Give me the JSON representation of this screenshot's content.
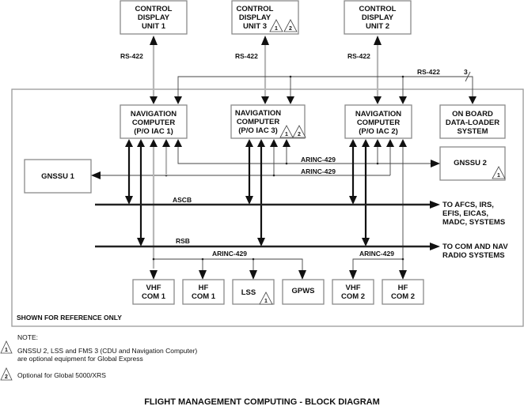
{
  "diagram": {
    "title": "FLIGHT MANAGEMENT COMPUTING - BLOCK DIAGRAM",
    "frame_caption": "SHOWN FOR REFERENCE ONLY",
    "boxes": {
      "cdu1": [
        "CONTROL",
        "DISPLAY",
        "UNIT 1"
      ],
      "cdu3": [
        "CONTROL",
        "DISPLAY",
        "UNIT 3"
      ],
      "cdu2": [
        "CONTROL",
        "DISPLAY",
        "UNIT 2"
      ],
      "nc1": [
        "NAVIGATION",
        "COMPUTER",
        "(P/O IAC 1)"
      ],
      "nc3": [
        "NAVIGATION",
        "COMPUTER",
        "(P/O IAC 3)"
      ],
      "nc2": [
        "NAVIGATION",
        "COMPUTER",
        "(P/O IAC 2)"
      ],
      "dls": [
        "ON BOARD",
        "DATA-LOADER",
        "SYSTEM"
      ],
      "gnssu1": "GNSSU 1",
      "gnssu2": "GNSSU 2",
      "vhf1": [
        "VHF",
        "COM 1"
      ],
      "hf1": [
        "HF",
        "COM 1"
      ],
      "lss": "LSS",
      "gpws": "GPWS",
      "vhf2": [
        "VHF",
        "COM 2"
      ],
      "hf2": [
        "HF",
        "COM 2"
      ]
    },
    "bus_labels": {
      "rs422_cdu1": "RS-422",
      "rs422_cdu3": "RS-422",
      "rs422_cdu2": "RS-422",
      "rs422_dls": "RS-422",
      "dls_count": "3",
      "arinc_top1": "ARINC-429",
      "arinc_top2": "ARINC-429",
      "ascb": "ASCB",
      "rsb": "RSB",
      "arinc_com1": "ARINC-429",
      "arinc_com2": "ARINC-429"
    },
    "destinations": {
      "ascb_dest": [
        "TO AFCS, IRS,",
        "EFIS, EICAS,",
        "MADC, SYSTEMS"
      ],
      "rsb_dest": [
        "TO COM AND NAV",
        "RADIO SYSTEMS"
      ]
    },
    "note_markers": {
      "n1": "1",
      "n2": "2"
    },
    "notes": {
      "heading": "NOTE:",
      "note1_marker": "1",
      "note1_line1": "GNSSU 2, LSS and FMS 3 (CDU and Navigation Computer)",
      "note1_line2": "are optional equipment for Global Express",
      "note2_marker": "2",
      "note2_line1": "Optional for Global 5000/XRS"
    }
  }
}
